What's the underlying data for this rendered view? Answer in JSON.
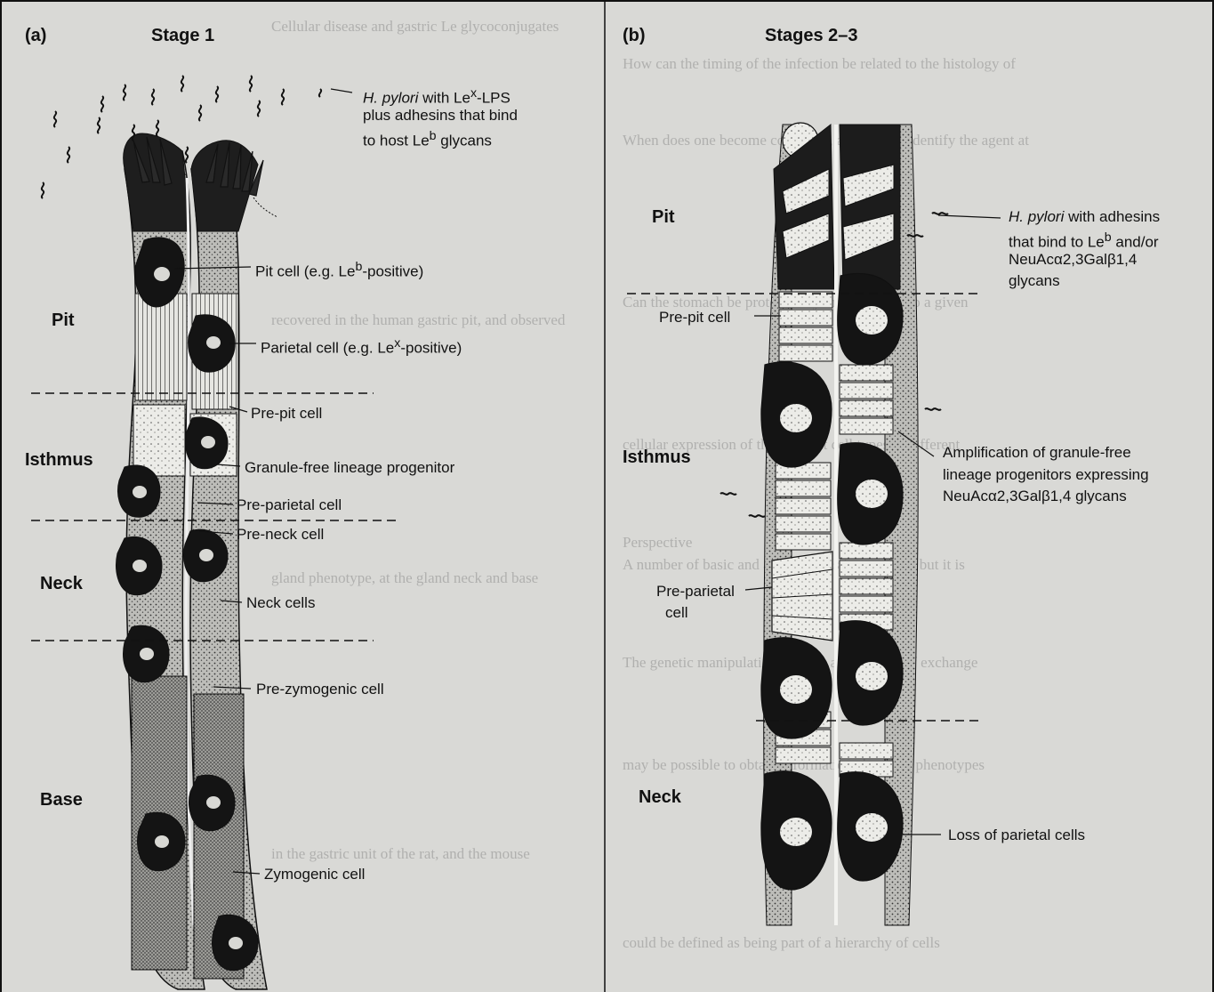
{
  "panel_a": {
    "tag": "(a)",
    "title": "Stage 1",
    "regions": [
      "Pit",
      "Isthmus",
      "Neck",
      "Base"
    ],
    "callouts": {
      "hpylori_1": "H. pylori",
      "hpylori_2": " with Le",
      "hpylori_sup": "x",
      "hpylori_3": "-LPS",
      "hpylori_line2": "plus adhesins that bind",
      "hpylori_line3_a": "to host Le",
      "hpylori_line3_sup": "b",
      "hpylori_line3_b": " glycans",
      "pit_cell_a": "Pit cell (e.g. Le",
      "pit_cell_sup": "b",
      "pit_cell_b": "-positive)",
      "parietal_a": "Parietal cell (e.g. Le",
      "parietal_sup": "x",
      "parietal_b": "-positive)",
      "pre_pit": "Pre-pit cell",
      "granule_free": "Granule-free lineage progenitor",
      "pre_parietal": "Pre-parietal cell",
      "pre_neck": "Pre-neck cell",
      "neck_cells": "Neck cells",
      "pre_zymogenic": "Pre-zymogenic cell",
      "zymogenic": "Zymogenic cell"
    }
  },
  "panel_b": {
    "tag": "(b)",
    "title": "Stages 2–3",
    "regions": [
      "Pit",
      "Isthmus",
      "Neck"
    ],
    "callouts": {
      "hpylori_1": "H. pylori",
      "hpylori_2": " with adhesins",
      "hpylori_line2_a": "that bind to Le",
      "hpylori_line2_sup": "b",
      "hpylori_line2_b": " and/or",
      "hpylori_line3": "NeuAcα2,3Galβ1,4",
      "hpylori_line4": "glycans",
      "pre_pit": "Pre-pit cell",
      "amplification_1": "Amplification of granule-free",
      "amplification_2": "lineage progenitors expressing",
      "amplification_3": "NeuAcα2,3Galβ1,4 glycans",
      "pre_parietal_1": "Pre-parietal",
      "pre_parietal_2": "cell",
      "loss": "Loss of parietal cells"
    }
  },
  "colors": {
    "ink": "#111111",
    "paper": "#d9d9d6",
    "cell_dark": "#141414",
    "cell_light": "#e8e8e4",
    "bleed_text": "#8f8f8f"
  }
}
